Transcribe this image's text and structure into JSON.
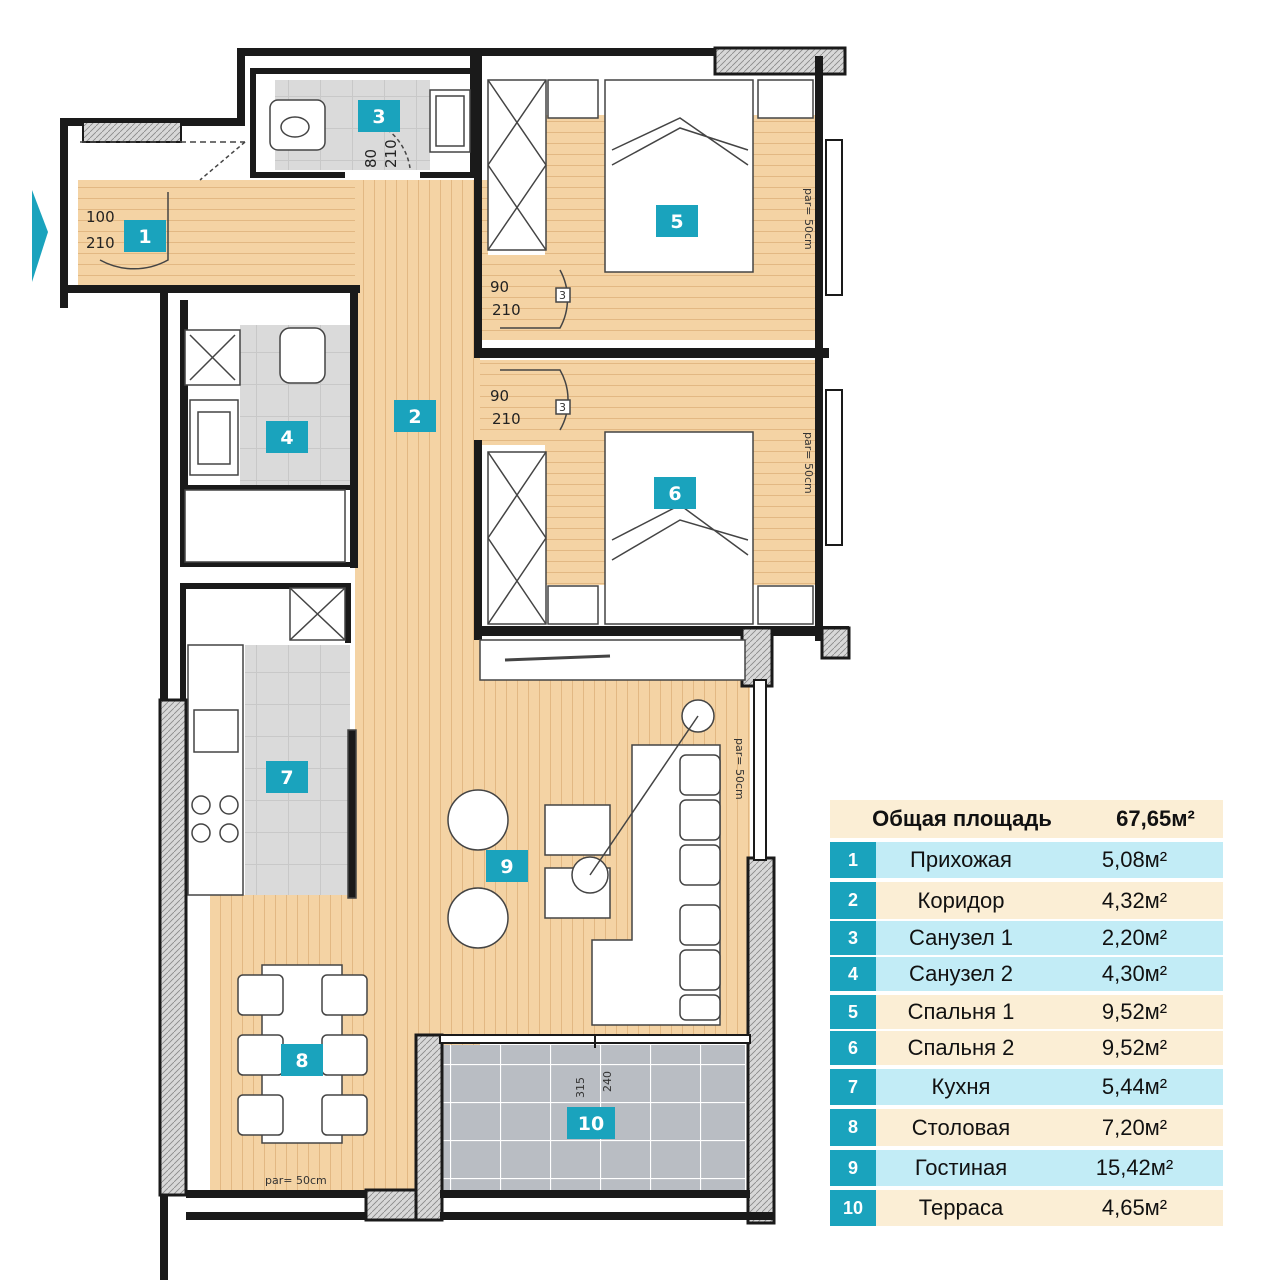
{
  "plan": {
    "rooms": [
      {
        "num": "1"
      },
      {
        "num": "2"
      },
      {
        "num": "3"
      },
      {
        "num": "4"
      },
      {
        "num": "5"
      },
      {
        "num": "6"
      },
      {
        "num": "7"
      },
      {
        "num": "8"
      },
      {
        "num": "9"
      },
      {
        "num": "10"
      }
    ],
    "dims": {
      "entry_w": "100",
      "entry_h": "210",
      "wc_w": "80",
      "wc_h": "210",
      "bed1_w": "90",
      "bed1_h": "210",
      "bed2_w": "90",
      "bed2_h": "210",
      "terrace_w": "315",
      "terrace_h": "240",
      "door_mark": "3"
    },
    "notes": {
      "par_bed1": "par= 50cm",
      "par_bed2": "par= 50cm",
      "par_living": "par= 50cm",
      "par_dining": "par= 50cm"
    }
  },
  "legend": {
    "title": "Общая площадь",
    "total": "67,65м²",
    "header_bg": "#fbeed5",
    "rows": [
      {
        "num": "1",
        "name": "Прихожая",
        "area": "5,08м²",
        "bg": "#c2ecf6"
      },
      {
        "num": "2",
        "name": "Коридор",
        "area": "4,32м²",
        "bg": "#fbeed5"
      },
      {
        "num": "3",
        "name": "Санузел 1",
        "area": "2,20м²",
        "bg": "#c2ecf6"
      },
      {
        "num": "4",
        "name": "Санузел 2",
        "area": "4,30м²",
        "bg": "#c2ecf6"
      },
      {
        "num": "5",
        "name": "Спальня 1",
        "area": "9,52м²",
        "bg": "#fbeed5"
      },
      {
        "num": "6",
        "name": "Спальня 2",
        "area": "9,52м²",
        "bg": "#fbeed5"
      },
      {
        "num": "7",
        "name": "Кухня",
        "area": "5,44м²",
        "bg": "#c2ecf6"
      },
      {
        "num": "8",
        "name": "Столовая",
        "area": "7,20м²",
        "bg": "#fbeed5"
      },
      {
        "num": "9",
        "name": "Гостиная",
        "area": "15,42м²",
        "bg": "#c2ecf6"
      },
      {
        "num": "10",
        "name": "Терраса",
        "area": "4,65м²",
        "bg": "#fbeed5"
      }
    ]
  },
  "colors": {
    "wood": "#f4d3a4",
    "tile": "#dcdcdc",
    "wall": "#1a1a1a",
    "accent": "#1aa3bd"
  }
}
